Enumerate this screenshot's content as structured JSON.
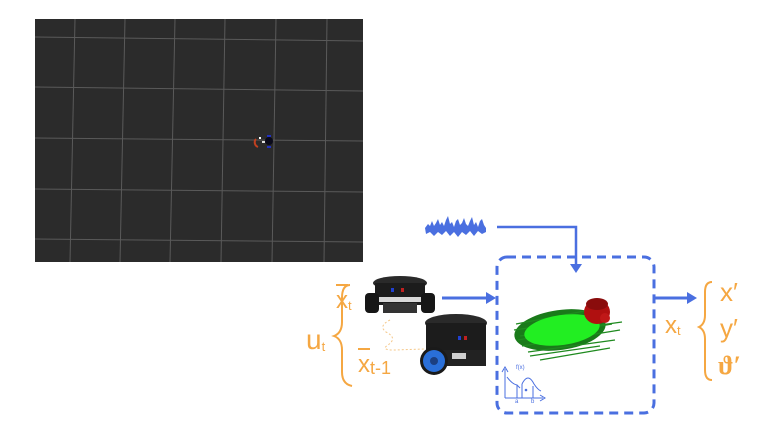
{
  "simulation_view": {
    "name": "robot simulation grid view",
    "background_color": "#2b2b2b",
    "grid_color": "#5a5a5a",
    "robot_marker_colors": {
      "body": "#0a0a1a",
      "side": "#2030c0",
      "front": "#c04020",
      "highlight": "#ffffff"
    }
  },
  "diagram": {
    "accent_blue": "#4a6fe0",
    "accent_orange": "#f5a742",
    "control_input": {
      "symbol": "u",
      "subscript": "t"
    },
    "pose_current": {
      "symbol": "x",
      "subscript": "t",
      "overline": true
    },
    "pose_previous": {
      "symbol": "x",
      "subscript": "t-1",
      "overline": true
    },
    "noise_signal": "noise-waveform",
    "motion_model_box": {
      "particle_cloud_color": "#22ee22",
      "particle_cloud_edge_color": "#1a7a1a",
      "robot_color": "#b01010",
      "pdf_plot": {
        "function_label": "f(x)",
        "interval_start": "a",
        "interval_end": "b"
      }
    },
    "output_state": {
      "symbol": "x",
      "subscript": "t"
    },
    "output_components": [
      "x′",
      "y′",
      "ϑ′"
    ]
  }
}
